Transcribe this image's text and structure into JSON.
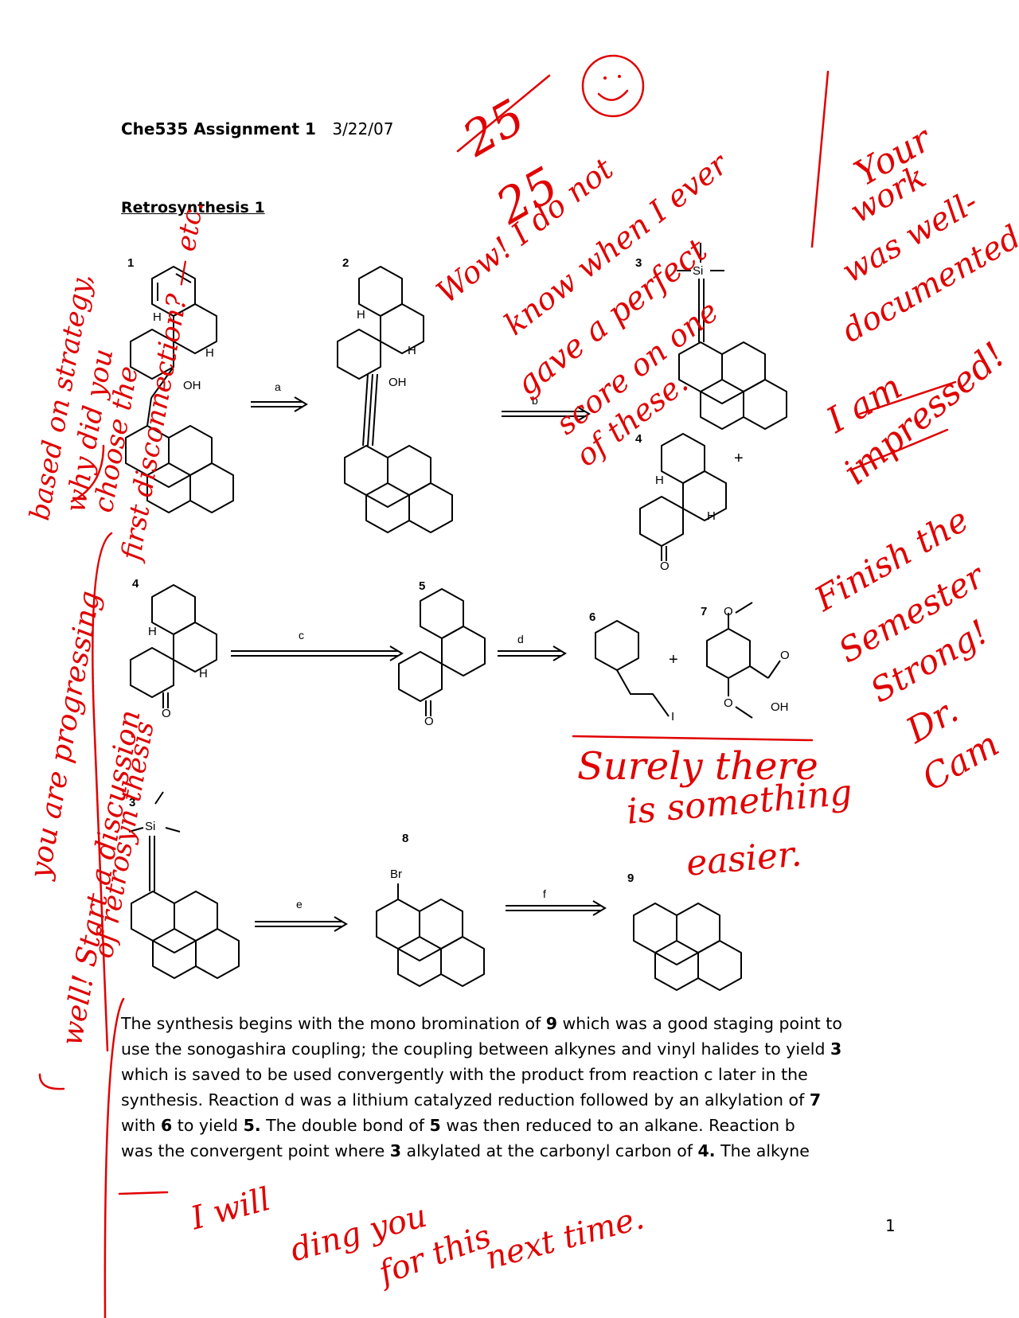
{
  "document": {
    "title": "Che535 Assignment 1",
    "date": "3/22/07",
    "section": "Retrosynthesis 1",
    "page_number": "1"
  },
  "compounds": [
    {
      "id": "1"
    },
    {
      "id": "2"
    },
    {
      "id": "3"
    },
    {
      "id": "4"
    },
    {
      "id": "4"
    },
    {
      "id": "5"
    },
    {
      "id": "6"
    },
    {
      "id": "7"
    },
    {
      "id": "3"
    },
    {
      "id": "8"
    },
    {
      "id": "9"
    }
  ],
  "steps": [
    "a",
    "b",
    "c",
    "d",
    "e",
    "f"
  ],
  "atom_labels": {
    "oh": "OH",
    "h": "H",
    "si": "Si",
    "br": "Br",
    "o": "O",
    "i": "I",
    "plus": "+"
  },
  "paragraph": {
    "lines": [
      [
        "The synthesis begins with the mono bromination of ",
        "9",
        " which was a good staging point to"
      ],
      [
        "use the sonogashira coupling; the coupling between alkynes and vinyl halides to yield ",
        "3",
        ""
      ],
      [
        "which is saved to be used convergently with the product from reaction c later in the",
        "",
        ""
      ],
      [
        "synthesis.  Reaction d was a lithium catalyzed reduction followed by an alkylation of ",
        "7",
        ""
      ],
      [
        "with ",
        "6",
        " to yield "
      ],
      [
        "was the convergent point where ",
        "3",
        " alkylated at the carbonyl carbon of "
      ]
    ],
    "line5_tail": [
      "5.",
      "  The double bond  of ",
      "5",
      " was then reduced to an alkane.  Reaction b"
    ],
    "line6_tail": [
      "4.",
      "   The alkyne"
    ]
  },
  "annotations": {
    "score": "25",
    "score_total": "25",
    "wow": "Wow! I do not",
    "know": "know when I ever",
    "gave": "gave a perfect",
    "score_on": "score on one",
    "of_these": "of these.",
    "your": "Your",
    "work": "work",
    "was_well": "was well-",
    "documented": "documented.",
    "i_am": "I am",
    "impressed": "impressed!",
    "finish": "Finish the",
    "semester": "Semester",
    "strong": "Strong!",
    "dr": "Dr.",
    "cam": "Cam",
    "surely": "Surely there",
    "is_something": "is something",
    "easier": "easier.",
    "based": "based on strategy,",
    "why": "why did you",
    "choose": "choose the",
    "first": "first disconnection? — etc.",
    "you_are": "you are progressing",
    "well": "well! Start a discussion",
    "of_retro": "of retrosyn thesis",
    "i_will": "I will",
    "ding": "ding you",
    "for_this": "for this",
    "next_time": "next time.",
    "ink_color": "#e00000"
  }
}
